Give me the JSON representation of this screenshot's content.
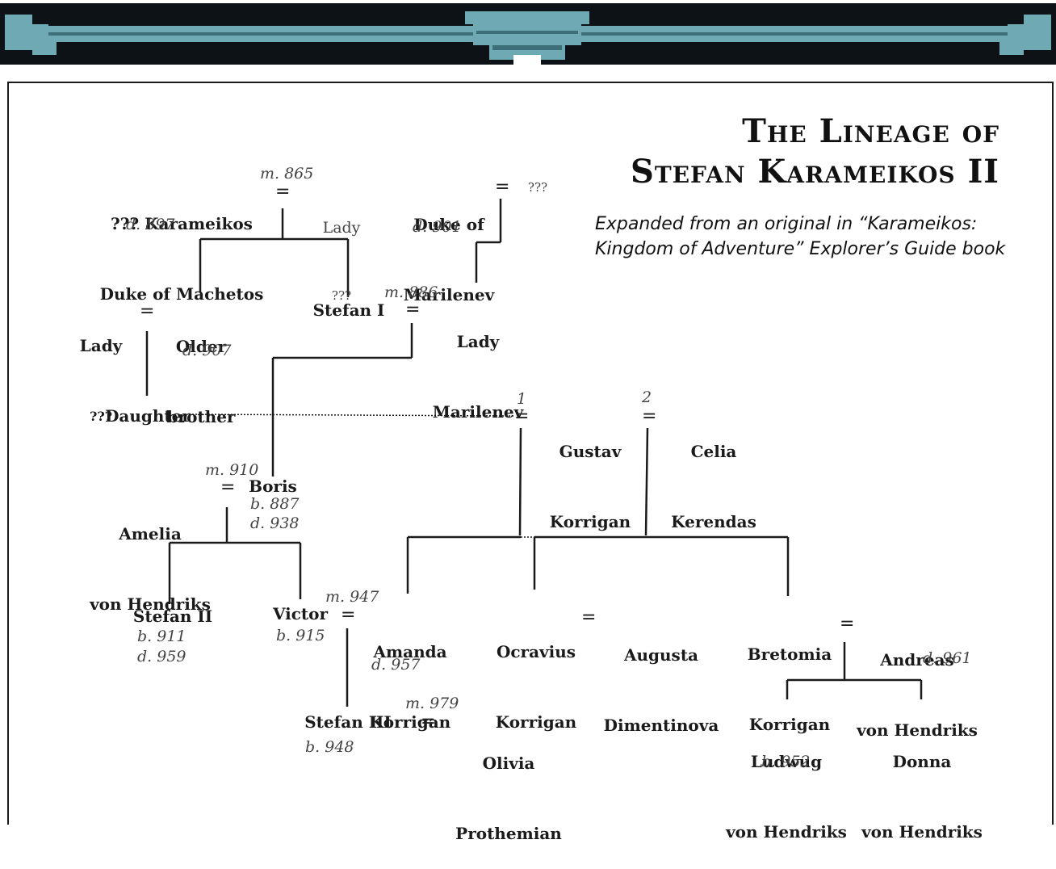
{
  "title": {
    "line1": "The Lineage of",
    "line2": "Stefan Karameikos II"
  },
  "subtitle": {
    "line1": "Expanded from an original in “Karameikos:",
    "line2": "Kingdom of Adventure” Explorer’s Guide book"
  },
  "people": {
    "karameikos_duke": {
      "line1": "??? Karameikos",
      "line2": "Duke of Machetos",
      "death": "d. 897"
    },
    "lady_1": {
      "line1": "Lady",
      "line2": "???"
    },
    "duke_marilenev": {
      "line1": "Duke of",
      "line2": "Marilenev",
      "death": "d. 901"
    },
    "unknown_wife": {
      "line1": "???"
    },
    "lady_2": {
      "line1": "Lady",
      "line2": "???"
    },
    "older_brother": {
      "line1": "Older",
      "line2": "brother",
      "death": "d. 907"
    },
    "stefan_1": {
      "line1": "Stefan I"
    },
    "lady_marilenev": {
      "line1": "Lady",
      "line2": "Marilenev"
    },
    "daughter": {
      "line1": "Daughter"
    },
    "gustav": {
      "line1": "Gustav",
      "line2": "Korrigan"
    },
    "celia": {
      "line1": "Celia",
      "line2": "Kerendas"
    },
    "amelia": {
      "line1": "Amelia",
      "line2": "von Hendriks"
    },
    "boris": {
      "line1": "Boris",
      "birth": "b. 887",
      "death": "d. 938"
    },
    "stefan_2": {
      "line1": "Stefan II",
      "birth": "b. 911",
      "death": "d. 959"
    },
    "victor": {
      "line1": "Victor",
      "birth": "b. 915"
    },
    "amanda": {
      "line1": "Amanda",
      "line2": "Korrigan",
      "death": "d. 957"
    },
    "ocravius": {
      "line1": "Ocravius",
      "line2": "Korrigan"
    },
    "augusta": {
      "line1": "Augusta",
      "line2": "Dimentinova"
    },
    "bretomia": {
      "line1": "Bretomia",
      "line2": "Korrigan"
    },
    "andreas": {
      "line1": "Andreas",
      "line2": "von Hendriks",
      "death": "d. 961"
    },
    "stefan_3": {
      "line1": "Stefan III",
      "birth": "b. 948"
    },
    "olivia": {
      "line1": "Olivia",
      "line2": "Prothemian"
    },
    "ludwug": {
      "line1": "Ludwug",
      "line2": "von Hendriks",
      "birth": "b. 952"
    },
    "donna": {
      "line1": "Donna",
      "line2": "von Hendriks"
    }
  },
  "marriages": {
    "m865": "m. 865",
    "m886": "m. 886",
    "m910": "m. 910",
    "m947": "m. 947",
    "m979": "m. 979",
    "gustav_first": "1",
    "gustav_second": "2"
  },
  "symbols": {
    "marriage": "="
  },
  "colors": {
    "banner_teal": "#6fa9b3",
    "banner_dark": "#0d1216",
    "line": "#1a1a1a"
  }
}
